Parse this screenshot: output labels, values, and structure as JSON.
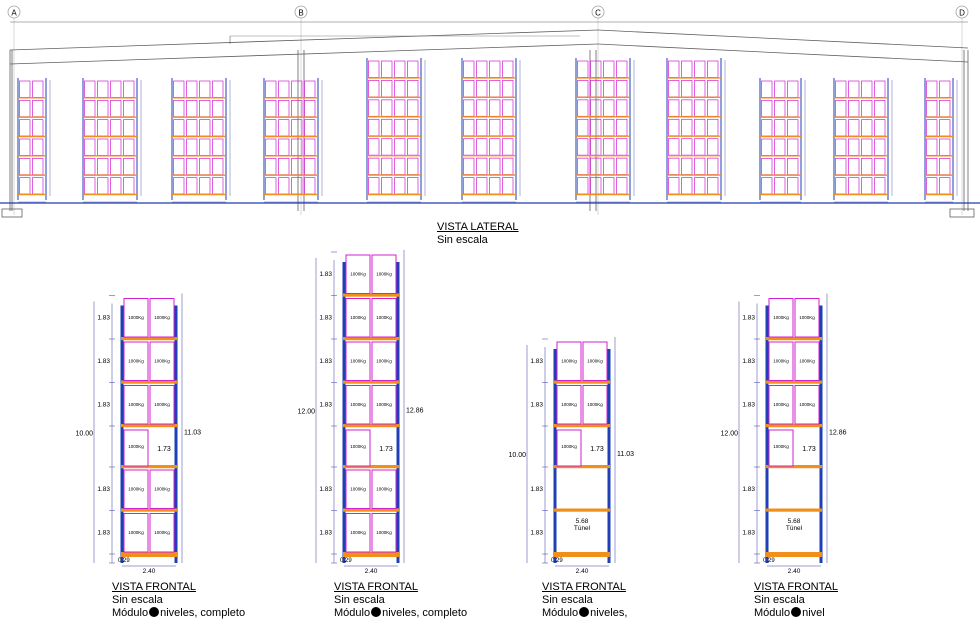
{
  "lateral": {
    "grid_labels": [
      "A",
      "B",
      "C",
      "D"
    ],
    "caption_title": "VISTA LATERAL",
    "caption_scale": "Sin escala"
  },
  "frontals": [
    {
      "title": "VISTA FRONTAL",
      "scale": "Sin escala",
      "module_prefix": "Módulo",
      "module_suffix": "niveles, completo",
      "pallet_label": "1000Kg",
      "levels": [
        {
          "label": "0.29",
          "type": "base"
        },
        {
          "label": "1.83",
          "type": "full"
        },
        {
          "label": "1.83",
          "type": "full"
        },
        {
          "label": "1.73",
          "type": "half"
        },
        {
          "label": "1.83",
          "type": "full"
        },
        {
          "label": "1.83",
          "type": "full"
        },
        {
          "label": "1.83",
          "type": "full"
        }
      ],
      "left_dims": [
        "10.00"
      ],
      "right_dims": [
        "11.03"
      ],
      "width_label": "2.40",
      "tunnel": null
    },
    {
      "title": "VISTA FRONTAL",
      "scale": "Sin escala",
      "module_prefix": "Módulo",
      "module_suffix": "niveles, completo",
      "pallet_label": "1000Kg",
      "levels": [
        {
          "label": "0.29",
          "type": "base"
        },
        {
          "label": "1.83",
          "type": "full"
        },
        {
          "label": "1.83",
          "type": "full"
        },
        {
          "label": "1.73",
          "type": "half"
        },
        {
          "label": "1.83",
          "type": "full"
        },
        {
          "label": "1.83",
          "type": "full"
        },
        {
          "label": "1.83",
          "type": "full"
        },
        {
          "label": "1.83",
          "type": "full"
        }
      ],
      "left_dims": [
        "12.00"
      ],
      "right_dims": [
        "12.86"
      ],
      "width_label": "2.40",
      "tunnel": null
    },
    {
      "title": "VISTA FRONTAL",
      "scale": "Sin escala",
      "module_prefix": "Módulo",
      "module_suffix": "niveles,",
      "pallet_label": "1000Kg",
      "levels": [
        {
          "label": "0.29",
          "type": "base"
        },
        {
          "label": "1.83",
          "type": "empty"
        },
        {
          "label": "1.83",
          "type": "empty"
        },
        {
          "label": "1.73",
          "type": "half"
        },
        {
          "label": "1.83",
          "type": "full"
        },
        {
          "label": "1.83",
          "type": "full"
        }
      ],
      "left_dims": [
        "10.00"
      ],
      "right_dims": [
        "11.03"
      ],
      "width_label": "2.40",
      "tunnel": {
        "height": "5.68",
        "label": "Túnel"
      }
    },
    {
      "title": "VISTA FRONTAL",
      "scale": "Sin escala",
      "module_prefix": "Módulo",
      "module_suffix": "nivel",
      "pallet_label": "1000Kg",
      "levels": [
        {
          "label": "0.29",
          "type": "base"
        },
        {
          "label": "1.83",
          "type": "empty"
        },
        {
          "label": "1.83",
          "type": "empty"
        },
        {
          "label": "1.73",
          "type": "half"
        },
        {
          "label": "1.83",
          "type": "full"
        },
        {
          "label": "1.83",
          "type": "full"
        },
        {
          "label": "1.83",
          "type": "full"
        }
      ],
      "left_dims": [
        "12.00"
      ],
      "right_dims": [
        "12.86"
      ],
      "width_label": "2.40",
      "tunnel": {
        "height": "5.68",
        "label": "Túnel"
      }
    }
  ],
  "colors": {
    "upright": "#1f3fb5",
    "beam": "#f0901a",
    "pallet": "#d21fd2",
    "dim": "#3a3aa0",
    "structure": "#606060",
    "grid_line": "#a0a0a0"
  }
}
